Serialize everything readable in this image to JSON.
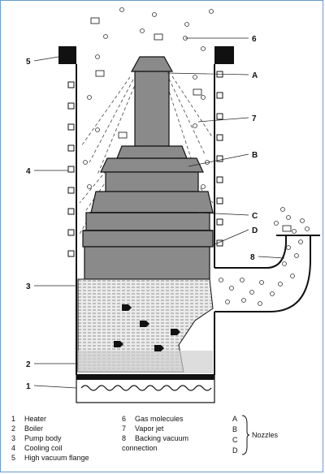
{
  "callouts": {
    "c1": "1",
    "c2": "2",
    "c3": "3",
    "c4": "4",
    "c5": "5",
    "c6": "6",
    "c7": "7",
    "c8": "8",
    "cA": "A",
    "cB": "B",
    "cC": "C",
    "cD": "D"
  },
  "legend": {
    "col1": [
      {
        "num": "1",
        "text": "Heater"
      },
      {
        "num": "2",
        "text": "Boiler"
      },
      {
        "num": "3",
        "text": "Pump body"
      },
      {
        "num": "4",
        "text": "Cooling coil"
      },
      {
        "num": "5",
        "text": "High vacuum flange"
      }
    ],
    "col2": [
      {
        "num": "6",
        "text": "Gas molecules"
      },
      {
        "num": "7",
        "text": "Vapor jet"
      },
      {
        "num": "8",
        "text": "Backing vacuum"
      },
      {
        "num": "",
        "text": "connection"
      }
    ],
    "nozzle_letters": [
      "A",
      "B",
      "C",
      "D"
    ],
    "nozzle_label": "Nozzles"
  },
  "colors": {
    "pump_fill": "#8a8a8a",
    "boiler_fill": "#d8d8d8",
    "line": "#111111",
    "frame": "#6a9cc9"
  }
}
